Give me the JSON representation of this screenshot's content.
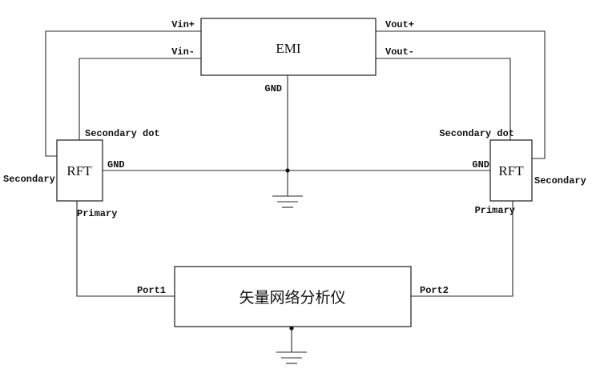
{
  "blocks": {
    "emi": "EMI",
    "rft_left": "RFT",
    "rft_right": "RFT",
    "vna": "矢量网络分析仪"
  },
  "labels": {
    "vin_plus": "Vin+",
    "vin_minus": "Vin-",
    "vout_plus": "Vout+",
    "vout_minus": "Vout-",
    "gnd_emi": "GND",
    "gnd_left": "GND",
    "gnd_right": "GND",
    "secondary_dot_left": "Secondary dot",
    "secondary_dot_right": "Secondary dot",
    "secondary_left": "Secondary",
    "secondary_right": "Secondary",
    "primary_left": "Primary",
    "primary_right": "Primary",
    "port1": "Port1",
    "port2": "Port2"
  }
}
